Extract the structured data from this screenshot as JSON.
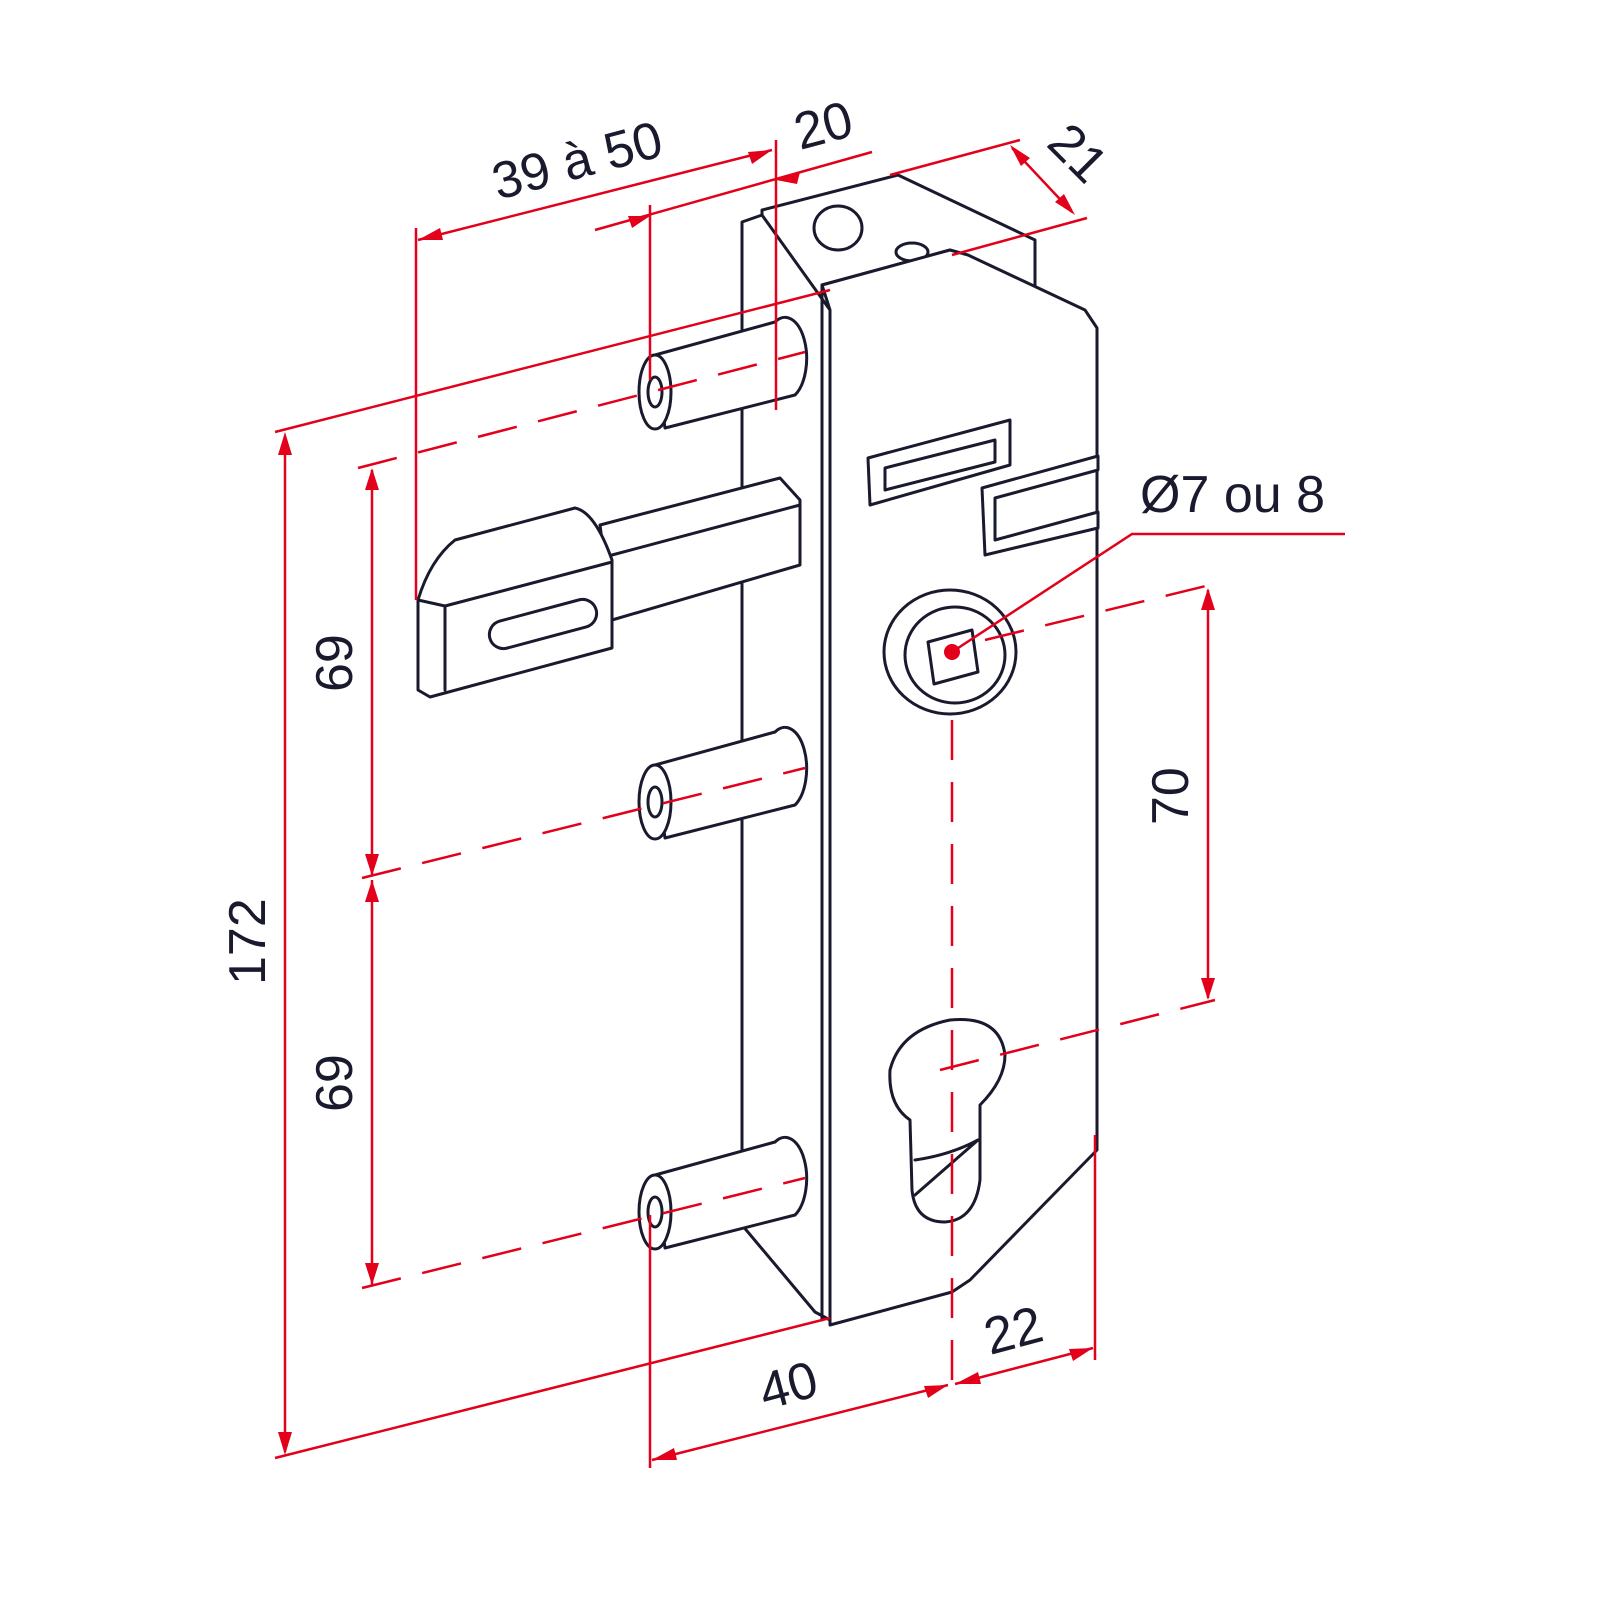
{
  "drawing": {
    "colors": {
      "line": "#1a1a2e",
      "dimension": "#e2001a",
      "background": "#ffffff"
    },
    "dimensions": {
      "bolt_throw": "39 à 50",
      "backset_offset": "20",
      "box_depth": "21",
      "square_hole": "Ø7 ou 8",
      "pitch_upper": "69",
      "pitch_lower": "69",
      "total_height": "172",
      "center_distance": "70",
      "width": "40",
      "edge_to_axis": "22"
    }
  }
}
